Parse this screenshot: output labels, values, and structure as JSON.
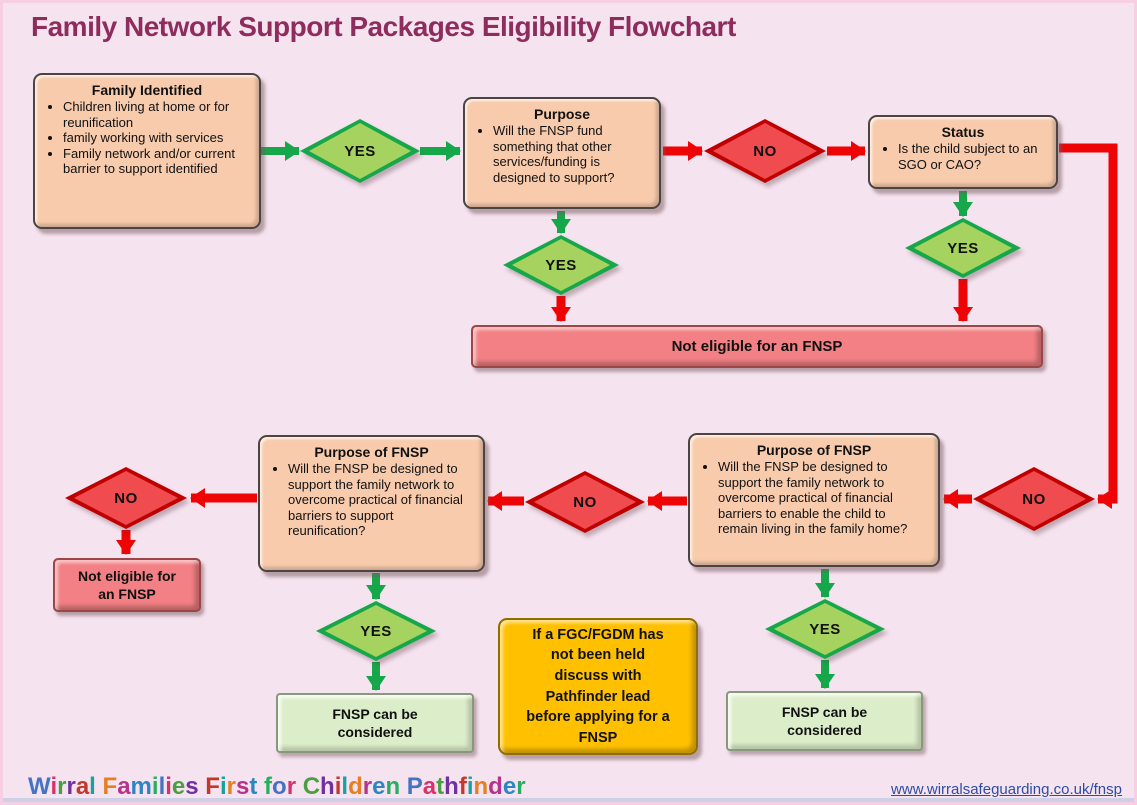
{
  "title": "Family Network Support Packages Eligibility Flowchart",
  "nodes": {
    "family_identified": {
      "title": "Family Identified",
      "bullets": [
        "Children living at home or for reunification",
        "family working with services",
        "Family network and/or current barrier to support identified"
      ]
    },
    "purpose": {
      "title": "Purpose",
      "bullets": [
        "Will the FNSP fund something that other services/funding is designed to support?"
      ]
    },
    "status": {
      "title": "Status",
      "bullets": [
        "Is the child subject to an SGO or CAO?"
      ]
    },
    "purpose_fnsp_right": {
      "title": "Purpose of FNSP",
      "bullets": [
        "Will the FNSP be designed to support the family network to overcome practical of financial barriers to enable the child to remain living in the family home?"
      ]
    },
    "purpose_fnsp_left": {
      "title": "Purpose of FNSP",
      "bullets": [
        "Will the FNSP be designed to support the family network to overcome practical of financial barriers to support reunification?"
      ]
    },
    "not_eligible_bar": {
      "label": "Not eligible for an FNSP"
    },
    "not_eligible_small": {
      "label": "Not eligible for an FNSP"
    },
    "fnsp_considered_left": {
      "label": "FNSP can be considered"
    },
    "fnsp_considered_right": {
      "label": "FNSP can be considered"
    },
    "fgc_note": {
      "label": "If a FGC/FGDM has not been held discuss with Pathfinder lead before applying for a FNSP"
    }
  },
  "decisions": {
    "yes_family": "YES",
    "no_purpose": "NO",
    "yes_below_purpose": "YES",
    "yes_below_status": "YES",
    "no_right": "NO",
    "no_middle": "NO",
    "no_left": "NO",
    "yes_bottom_left": "YES",
    "yes_bottom_right": "YES"
  },
  "footer": {
    "brand": "Wirral Families First for Children Pathfinder",
    "link": "www.wirralsafeguarding.co.uk/fnsp"
  },
  "colors": {
    "background": "#F5E3EF",
    "title_text": "#8E2C5E",
    "process_fill": "#F8CBAD",
    "yes_fill": "#A6D35F",
    "yes_border": "#17A74B",
    "no_fill": "#F04B4E",
    "no_border": "#C00000",
    "green_arrow": "#17A74B",
    "red_arrow": "#EE0405",
    "not_eligible_fill": "#F28084",
    "considered_fill": "#DCEDC9",
    "note_fill": "#FFC000",
    "link_text": "#2F4DA0",
    "brand_palette": [
      "#4472C4",
      "#D6336C",
      "#4C9E45",
      "#7030A0",
      "#C0392B",
      "#17A2A0",
      "#E67E22",
      "#B5338A",
      "#2E86C1",
      "#27AE60"
    ]
  }
}
